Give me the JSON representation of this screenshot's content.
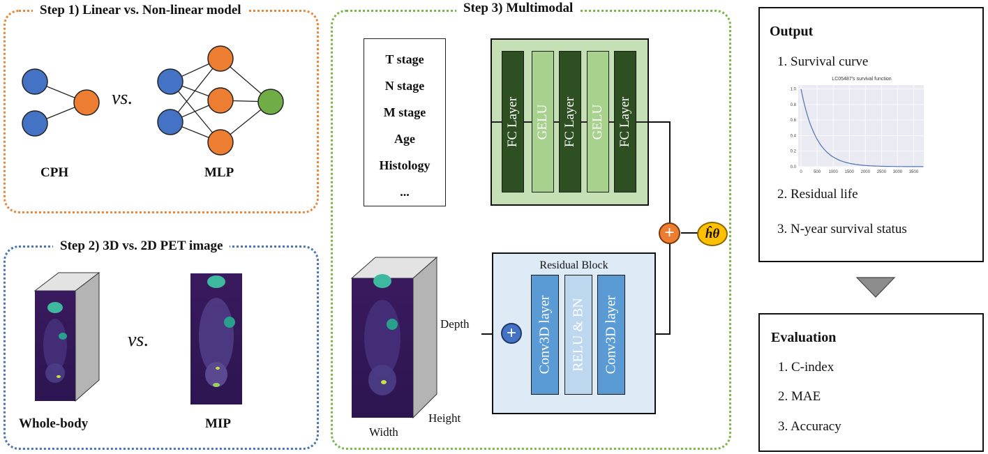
{
  "step1": {
    "title": "Step 1) Linear vs. Non-linear model",
    "vs": "vs.",
    "cph_label": "CPH",
    "mlp_label": "MLP"
  },
  "step2": {
    "title": "Step 2) 3D vs. 2D PET image",
    "vs": "vs.",
    "whole_body_label": "Whole-body",
    "mip_label": "MIP"
  },
  "step3": {
    "title": "Step 3) Multimodal",
    "clinical_features": [
      "T stage",
      "N stage",
      "M stage",
      "Age",
      "Histology",
      "..."
    ],
    "mlp_layers": [
      "FC Layer",
      "GELU",
      "FC Layer",
      "GELU",
      "FC Layer"
    ],
    "residual_block_title": "Residual Block",
    "conv_layers": [
      "Conv3D layer",
      "RELU & BN",
      "Conv3D layer"
    ],
    "plus_symbol": "+",
    "hazard_symbol": "ĥθ",
    "depth_label": "Depth",
    "height_label": "Height",
    "width_label": "Width"
  },
  "output": {
    "title": "Output",
    "items": [
      "1. Survival curve",
      "2. Residual life",
      "3. N-year survival status"
    ],
    "curve_title": "LC05487's survival function",
    "curve_xticks": [
      "0",
      "500",
      "1000",
      "1500",
      "2000",
      "2500",
      "3000",
      "3500"
    ],
    "curve_yticks": [
      "0.0",
      "0.2",
      "0.4",
      "0.6",
      "0.8",
      "1.0"
    ]
  },
  "evaluation": {
    "title": "Evaluation",
    "items": [
      "1. C-index",
      "2. MAE",
      "3. Accuracy"
    ]
  },
  "colors": {
    "step1_border": "#e8863a",
    "step2_border": "#4a74b5",
    "step3_border": "#7ab648",
    "node_blue": "#4472c4",
    "node_orange": "#ed7d31",
    "node_green": "#70ad47",
    "fc_dark": "#2d4f22",
    "gelu_light": "#a9d18e",
    "mlp_bg": "#c5e0b4",
    "conv_blue": "#5b9bd5",
    "relu_light": "#bdd7ee",
    "res_bg": "#deebf7",
    "hazard_yellow": "#ffc000"
  }
}
